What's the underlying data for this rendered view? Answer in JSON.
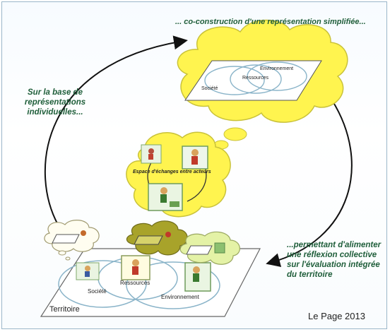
{
  "captions": {
    "top": "... co-construction d'une représentation simplifiée...",
    "left": [
      "Sur la base de",
      "représentations",
      "individuelles..."
    ],
    "right": [
      "...permettant d'alimenter",
      "une réflexion collective",
      "sur l'évaluation intégrée",
      "du territoire"
    ]
  },
  "top_cloud": {
    "societe": "Société",
    "ressources": "Ressources",
    "environnement": "Environnement"
  },
  "middle_cloud": {
    "label": "Espace d'échanges entre acteurs"
  },
  "territory": {
    "label": "Territoire",
    "societe": "Société",
    "ressources": "Ressources",
    "environnement": "Environnement"
  },
  "credit": "Le Page 2013",
  "colors": {
    "cloud_yellow": "#fff44f",
    "cloud_green": "#e4f2a6",
    "cloud_olive": "#a8a32a",
    "caption_green": "#1f5e3a",
    "venn_stroke": "#8ab4c9"
  }
}
